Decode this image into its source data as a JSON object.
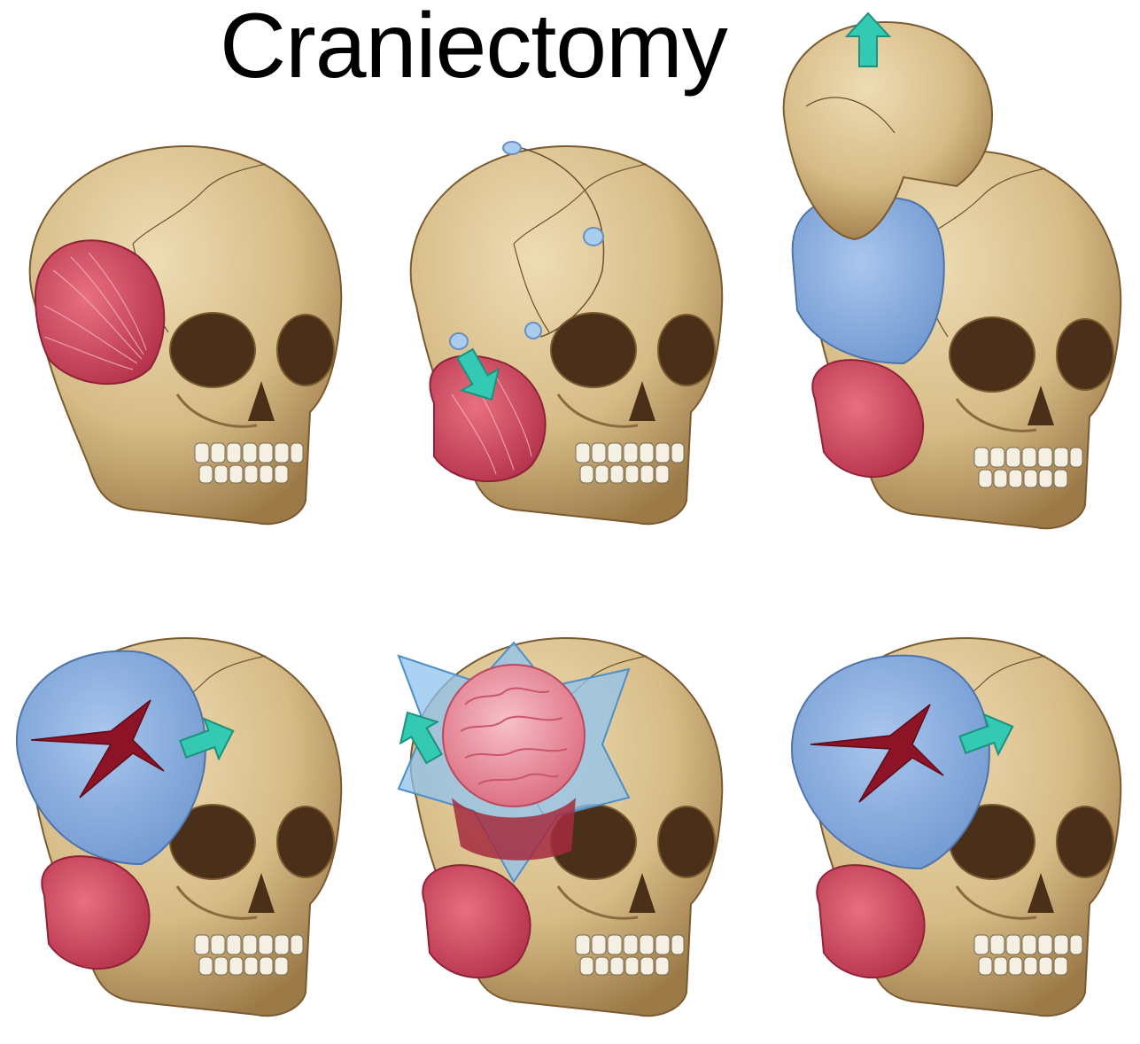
{
  "title": "Craniectomy",
  "colors": {
    "bone": "#d9bf8c",
    "bone_shadow": "#8a6a3e",
    "muscle": "#d8485e",
    "dura": "#86aede",
    "arrow": "#33c9b2",
    "brain": "#ee9aa8"
  },
  "panels": [
    {
      "id": "step-1",
      "icons": [
        "skull-icon",
        "temporalis-muscle-icon"
      ]
    },
    {
      "id": "step-2",
      "icons": [
        "skull-icon",
        "burr-hole-icon",
        "arrow-icon",
        "retracted-muscle-icon"
      ]
    },
    {
      "id": "step-3",
      "icons": [
        "skull-icon",
        "bone-flap-icon",
        "arrow-icon",
        "dura-icon"
      ]
    },
    {
      "id": "step-4",
      "icons": [
        "skull-icon",
        "dura-icon",
        "dural-incision-icon",
        "arrow-icon"
      ]
    },
    {
      "id": "step-5",
      "icons": [
        "skull-icon",
        "brain-icon",
        "dura-flaps-icon",
        "arrow-icon"
      ]
    },
    {
      "id": "step-6",
      "icons": [
        "skull-icon",
        "dura-icon",
        "dural-incision-icon",
        "arrow-icon"
      ]
    }
  ]
}
